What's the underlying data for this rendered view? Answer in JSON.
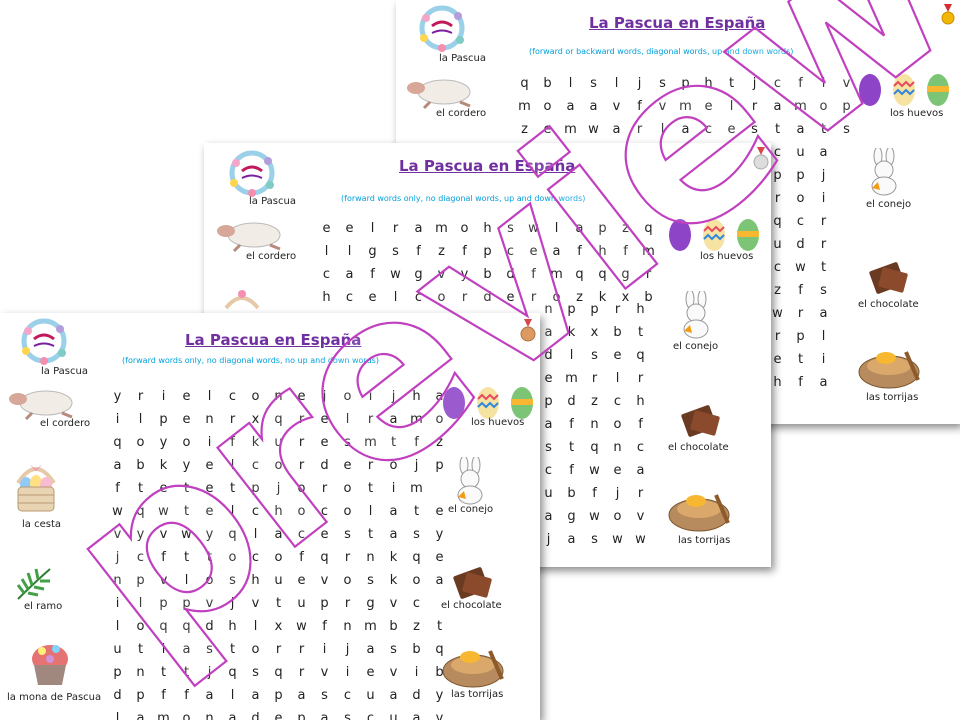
{
  "sheets": [
    {
      "title": "La Pascua en España",
      "subtitle": "(forward or backward words, diagonal words, up and down words)",
      "labels": {
        "pascua": "la Pascua",
        "cordero": "el cordero",
        "huevos": "los huevos",
        "conejo": "el conejo",
        "chocolate": "el chocolate",
        "torrijas": "las torrijas"
      },
      "grid_top": [
        "qblsljsphtjcfiv",
        "moaavfvmelramop",
        "zemwarlacestats"
      ],
      "grid_right": [
        "cua",
        "ppj",
        "roi",
        "qcr",
        "udr",
        "cwt",
        "zfs",
        "wra",
        "rpl",
        "eti",
        "hfa"
      ]
    },
    {
      "title": "La Pascua en España",
      "subtitle": "(forward words only, no diagonal words, up and down words)",
      "labels": {
        "pascua": "la Pascua",
        "cordero": "el cordero",
        "huevos": "los huevos",
        "conejo": "el conejo",
        "chocolate": "el chocolate",
        "torrijas": "las torrijas"
      },
      "grid_top": [
        "eelramohswlapzq",
        "llgsfzfpceafhfm",
        "cafwgvybdfmqqgr",
        "hcelcorderozkxb"
      ],
      "grid_right": [
        "npprh",
        "akxbt",
        "dlseq",
        "emrlr",
        "pdzch",
        "afnof",
        "stqnc",
        "cfwea",
        "ubfjr",
        "agwov",
        "jasww"
      ]
    },
    {
      "title": "La Pascua en España",
      "subtitle": "(forward words only, no diagonal words, no up and down words)",
      "labels": {
        "pascua": "la Pascua",
        "cordero": "el cordero",
        "cesta": "la cesta",
        "ramo": "el ramo",
        "mona": "la mona de Pascua",
        "huevos": "los huevos",
        "conejo": "el conejo",
        "chocolate": "el chocolate",
        "torrijas": "las torrijas"
      },
      "grid": [
        "yrielconejoijha",
        "ilpenrxqrelramo",
        "qoyoifkuresmtfz",
        "abkyelcorderojp",
        "ftetetpjorotim",
        "wqwtelchocolate",
        "vyvwyqlacestasy",
        "jcfttocofqrnkqe",
        "npvloshuevoskoa",
        "ilppvjvtuprgvc",
        "loqqdhlxwfnmbzt",
        "utlastorrijasbq",
        "pnttjqsqrvievib",
        "dpffalapascuady",
        "lamonadepascuay"
      ]
    }
  ],
  "watermark": "preview",
  "colors": {
    "title": "#7030a0",
    "subtitle": "#00a0dc",
    "watermark": "#c040c0"
  }
}
